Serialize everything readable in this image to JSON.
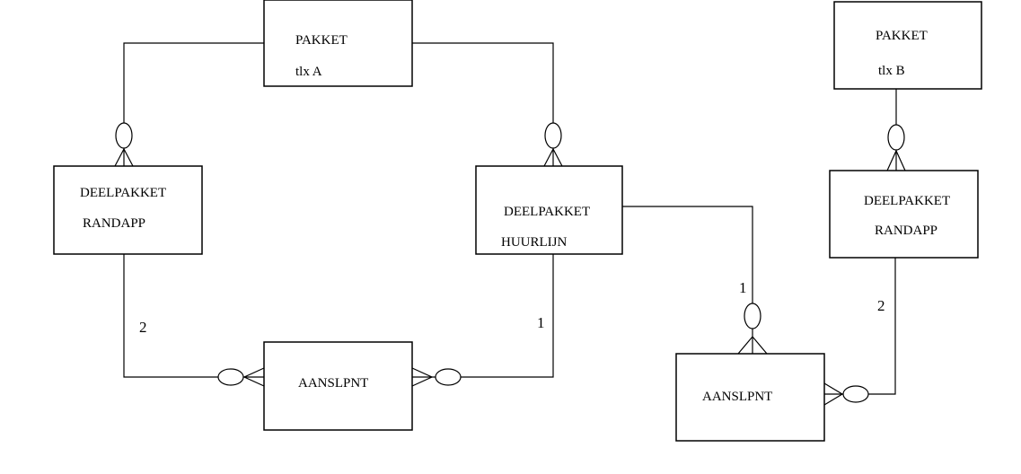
{
  "entities": {
    "pakket_a": {
      "line1": "PAKKET",
      "line2": "tlx A"
    },
    "pakket_b": {
      "line1": "PAKKET",
      "line2": "tlx B"
    },
    "deelpakket_randapp_left": {
      "line1": "DEELPAKKET",
      "line2": "RANDAPP"
    },
    "deelpakket_huurlijn": {
      "line1": "DEELPAKKET",
      "line2": "HUURLIJN"
    },
    "deelpakket_randapp_right": {
      "line1": "DEELPAKKET",
      "line2": "RANDAPP"
    },
    "aanslpnt_left": {
      "line1": "AANSLPNT"
    },
    "aanslpnt_right": {
      "line1": "AANSLPNT"
    }
  },
  "labels": {
    "left_two": "2",
    "middle_one": "1",
    "huurlijn_one": "1",
    "right_two": "2"
  }
}
